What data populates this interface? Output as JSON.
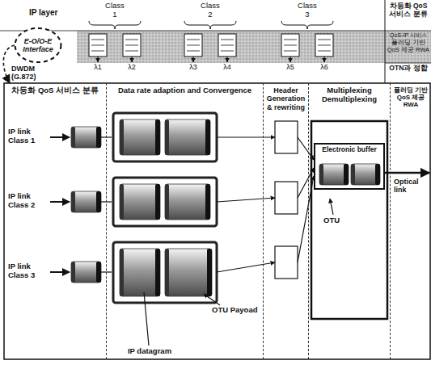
{
  "diagram": {
    "nodes": [
      {
        "text": [
          "E-O/O-E Interface"
        ]
      },
      {
        "text": [
          "차등화 QoS 서비스 분류"
        ]
      },
      {
        "text": [
          "Data rate adaption and Convergence"
        ]
      },
      {
        "text": [
          "Header Generation & rewriting"
        ]
      },
      {
        "text": [
          "Multiplexing Demultiplexing"
        ]
      },
      {
        "text": [
          "Electronic buffer"
        ],
        "in": 4
      },
      {
        "text": [
          "플러딩 기반 QoS 제공 RWA"
        ]
      }
    ],
    "edges": [
      {
        "from": 0,
        "to": 1,
        "arrow": "to"
      }
    ],
    "labels": [
      "IP layer",
      "Class 1",
      "Class 2",
      "Class 3",
      "DWDM (G.872)",
      "λ1",
      "λ2",
      "λ3",
      "λ4",
      "λ5",
      "λ6",
      "차등화 QoS 서비스 분류",
      "QoS-IP 서비스",
      "플러딩 기반 QoS 제공 RWA",
      "OTN과 정합",
      "IP link Class 1",
      "IP link Class 2",
      "IP link Class 3",
      "OTU Payoad",
      "OTU",
      "IP datagram",
      "Optical link"
    ]
  }
}
